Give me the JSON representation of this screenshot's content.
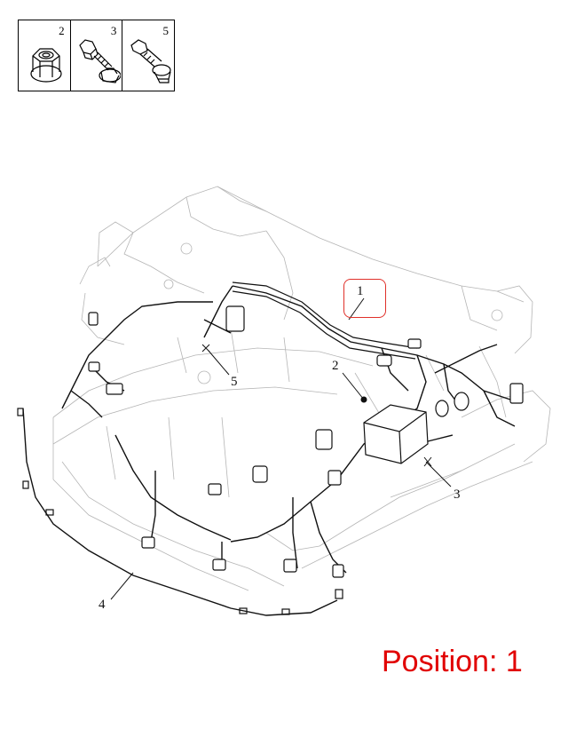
{
  "legend": {
    "items": [
      {
        "number": "2",
        "icon": "flange-nut-icon"
      },
      {
        "number": "3",
        "icon": "hex-bolt-icon"
      },
      {
        "number": "5",
        "icon": "flange-bolt-icon"
      }
    ]
  },
  "callouts": [
    {
      "label": "1"
    },
    {
      "label": "2"
    },
    {
      "label": "3"
    },
    {
      "label": "4"
    },
    {
      "label": "5"
    }
  ],
  "highlight_color": "#e0302a",
  "position_text": "Position: 1",
  "position_color": "#e10000"
}
